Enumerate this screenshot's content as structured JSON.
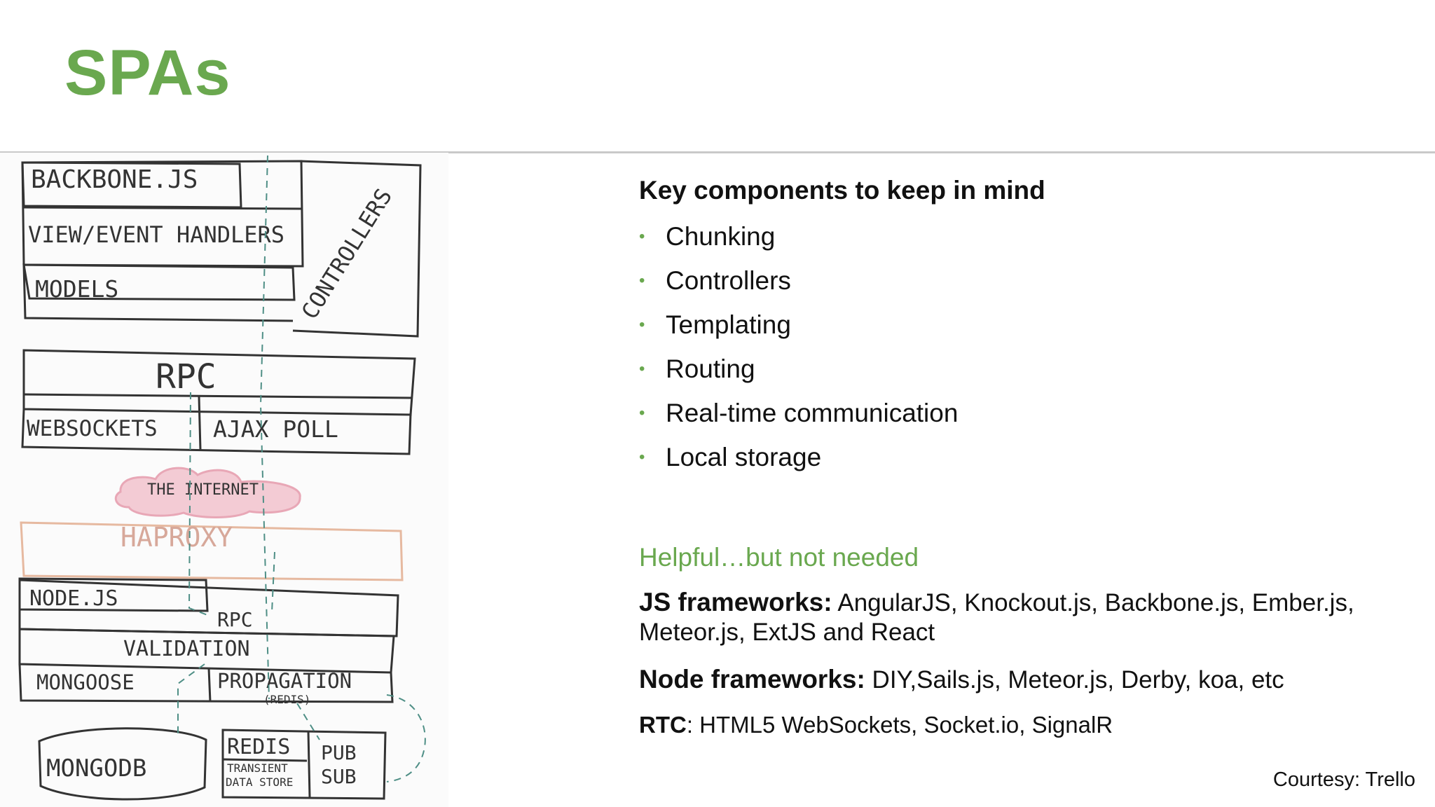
{
  "slide": {
    "title": "SPAs",
    "key_heading": "Key components to keep in mind",
    "key_items": [
      "Chunking",
      "Controllers",
      "Templating",
      "Routing",
      "Real-time communication",
      "Local storage"
    ],
    "helpful_heading": "Helpful…but not needed",
    "js_frameworks_label": "JS frameworks:",
    "js_frameworks_value": " AngularJS, Knockout.js, Backbone.js, Ember.js, Meteor.js, ExtJS and React",
    "node_frameworks_label": "Node frameworks:",
    "node_frameworks_value": " DIY,Sails.js, Meteor.js, Derby, koa, etc",
    "rtc_label": "RTC",
    "rtc_value": ": HTML5 WebSockets, Socket.io, SignalR",
    "courtesy": "Courtesy: Trello",
    "bullet_glyph": "•"
  },
  "diagram": {
    "backbone": "BACKBONE.JS",
    "view_handlers": "VIEW/EVENT HANDLERS",
    "models": "MODELS",
    "controllers": "CONTROLLERS",
    "rpc_top": "RPC",
    "websockets": "WEBSOCKETS",
    "ajax_poll": "AJAX POLL",
    "internet": "THE INTERNET",
    "haproxy": "HAPROXY",
    "nodejs": "NODE.JS",
    "rpc_bottom": "RPC",
    "validation": "VALIDATION",
    "mongoose": "MONGOOSE",
    "propagation": "PROPAGATION",
    "redis_small": "(REDIS)",
    "mongodb": "MONGODB",
    "redis": "REDIS",
    "transient_1": "TRANSIENT",
    "transient_2": "DATA STORE",
    "pub": "PUB",
    "sub": "SUB"
  },
  "colors": {
    "accent_green": "#6aa84f",
    "divider": "#c9c9c9",
    "cloud_pink": "#e8a7b6",
    "haproxy_orange": "#e6b9a0",
    "sketch_ink": "#333333",
    "dashed_teal": "#4f8f86"
  }
}
